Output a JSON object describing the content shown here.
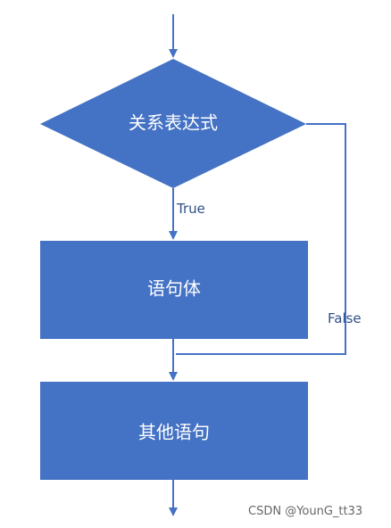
{
  "diagram": {
    "decision_label": "关系表达式",
    "body_label": "语句体",
    "next_label": "其他语句",
    "true_label": "True",
    "false_label": "False"
  },
  "colors": {
    "fill": "#4472c4",
    "stroke": "#4472c4",
    "text": "#ffffff",
    "edge_text": "#2f4f87"
  },
  "watermark": "CSDN @YounG_tt33"
}
